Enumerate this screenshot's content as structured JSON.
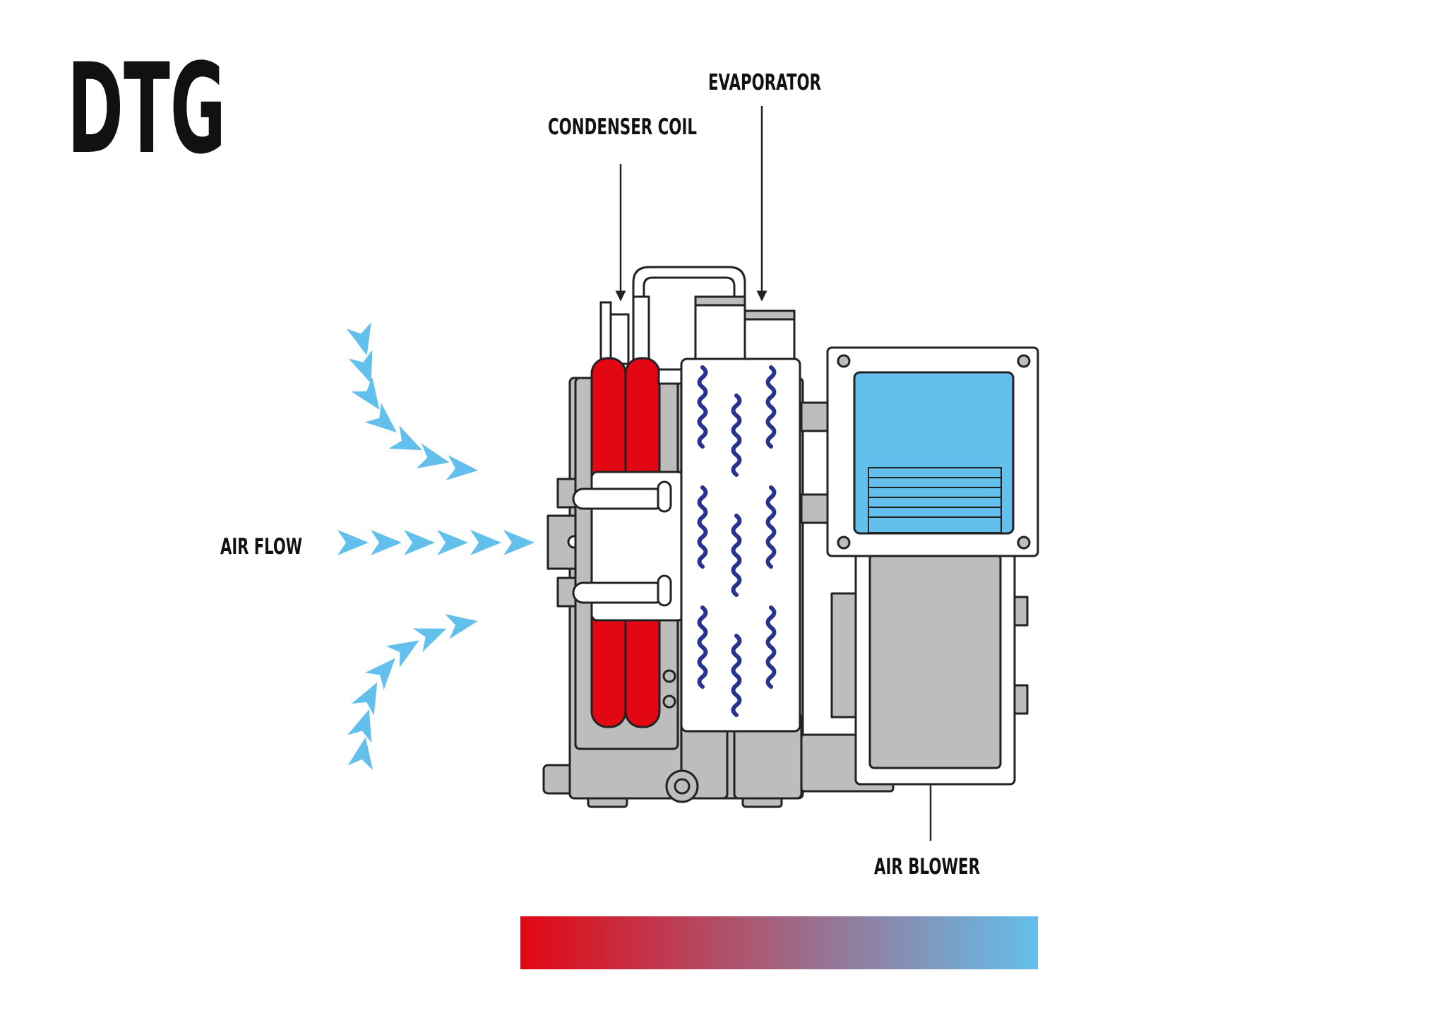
{
  "logo": {
    "text": "DTG"
  },
  "labels": {
    "evaporator": "EVAPORATOR",
    "condenser_coil": "CONDENSER COIL",
    "air_flow": "AIR FLOW",
    "air_blower": "AIR BLOWER"
  },
  "colors": {
    "hot": "#e30613",
    "cold": "#63bfec",
    "coil_wave": "#26348f",
    "body": "#bdbdbd",
    "outline": "#222222"
  },
  "icons": {
    "air_arrow": "chevron-arrow-icon",
    "heat_wave": "wavy-line-icon"
  }
}
